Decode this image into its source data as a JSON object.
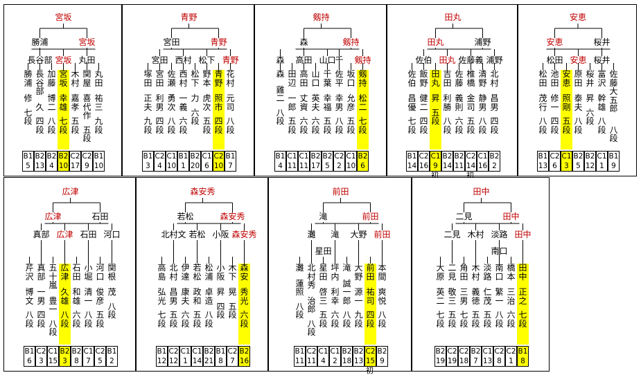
{
  "blocks": [
    {
      "champion": "宮坂",
      "semis": [
        "勝浦",
        "宮坂"
      ],
      "quarters": [
        "長谷部",
        "宮坂",
        "丸田"
      ],
      "players": [
        {
          "name": "勝浦",
          "given": "修",
          "dan": "七段",
          "cls": "B1",
          "seed": "5"
        },
        {
          "name": "長谷部",
          "given": "久",
          "dan": "四段",
          "cls": "B2",
          "seed": "13"
        },
        {
          "name": "加藤",
          "given": "博二",
          "dan": "八段",
          "cls": "B2",
          "seed": "4"
        },
        {
          "name": "宮坂",
          "given": "幸雄",
          "dan": "七段",
          "cls": "B2",
          "seed": "10",
          "hl": true
        },
        {
          "name": "木村",
          "given": "嘉孝",
          "dan": "五段",
          "cls": "C2",
          "seed": "17"
        },
        {
          "name": "関屋",
          "given": "喜代作",
          "dan": "五段",
          "cls": "C2",
          "seed": "9"
        },
        {
          "name": "丸田",
          "given": "祐三",
          "dan": "九段",
          "cls": "B1",
          "seed": "10"
        }
      ],
      "notes": []
    },
    {
      "champion": "青野",
      "semis": [
        "宮田",
        "青野"
      ],
      "quarters": [
        "宮田",
        "西村",
        "松下",
        "青野"
      ],
      "players": [
        {
          "name": "塚田",
          "given": "正夫",
          "dan": "九段",
          "cls": "B1",
          "seed": "3"
        },
        {
          "name": "宮田",
          "given": "利男",
          "dan": "四段",
          "cls": "C2",
          "seed": "4"
        },
        {
          "name": "佐瀬",
          "given": "勇次",
          "dan": "八段",
          "cls": "C1",
          "seed": "10"
        },
        {
          "name": "西村",
          "given": "一義",
          "dan": "六段",
          "cls": "B1",
          "seed": "1"
        },
        {
          "name": "松下",
          "given": "力",
          "dan": "六段",
          "cls": "B2",
          "seed": "20"
        },
        {
          "name": "野本",
          "given": "虎次",
          "dan": "五段",
          "cls": "C1",
          "seed": "6"
        },
        {
          "name": "青野",
          "given": "照市",
          "dan": "四段",
          "cls": "C2",
          "seed": "10",
          "hl": true
        },
        {
          "name": "花村",
          "given": "元司",
          "dan": "八段",
          "cls": "B1",
          "seed": "7"
        }
      ],
      "notes": []
    },
    {
      "champion": "剱持",
      "semis": [
        "森",
        "剱持"
      ],
      "quarters": [
        "森",
        "高田",
        "山口",
        "千",
        "剱持"
      ],
      "players": [
        {
          "name": "森",
          "given": "雞二",
          "dan": "八段",
          "cls": "B1",
          "seed": "4"
        },
        {
          "name": "田辺",
          "given": "一郎",
          "dan": "五段",
          "cls": "C1",
          "seed": "11"
        },
        {
          "name": "高田",
          "given": "丈資",
          "dan": "六段",
          "cls": "C1",
          "seed": "11"
        },
        {
          "name": "山口",
          "given": "英夫",
          "dan": "六段",
          "cls": "B2",
          "seed": "17"
        },
        {
          "name": "千葉",
          "given": "幸福",
          "dan": "五段",
          "cls": "B2",
          "seed": "5"
        },
        {
          "name": "佐平",
          "given": "幸男",
          "dan": "八段",
          "cls": "C2",
          "seed": "2"
        },
        {
          "name": "坂口",
          "given": "允彦",
          "dan": "五段",
          "cls": "C1",
          "seed": "10"
        },
        {
          "name": "剱持",
          "given": "松二",
          "dan": "七段",
          "cls": "B2",
          "seed": "6",
          "hl": true
        }
      ],
      "notes": []
    },
    {
      "champion": "田丸",
      "semis": [
        "田丸",
        "浦野"
      ],
      "quarters": [
        "佐伯",
        "田丸",
        "佐藤義",
        "浦野"
      ],
      "players": [
        {
          "name": "佐伯",
          "given": "昌優",
          "dan": "七段",
          "cls": "B1",
          "seed": "14"
        },
        {
          "name": "飯野",
          "given": "健二",
          "dan": "四段",
          "cls": "C2",
          "seed": "16"
        },
        {
          "name": "田丸",
          "given": "昇",
          "dan": "五段",
          "cls": "C1",
          "seed": "9",
          "hl": true
        },
        {
          "name": "吉田",
          "given": "利勝",
          "dan": "八段",
          "cls": "B2",
          "seed": "14"
        },
        {
          "name": "佐藤",
          "given": "義則",
          "dan": "六段",
          "cls": "B2",
          "seed": "11"
        },
        {
          "name": "椎橋",
          "given": "金司",
          "dan": "五段",
          "cls": "C2",
          "seed": "14"
        },
        {
          "name": "清野",
          "given": "静男",
          "dan": "八段",
          "cls": "C1",
          "seed": "16"
        },
        {
          "name": "北村",
          "given": "昌男",
          "dan": "四段",
          "cls": "B2",
          "seed": "2"
        }
      ],
      "notes": [
        {
          "text": "初",
          "at": 2
        },
        {
          "text": "初",
          "at": 5
        }
      ]
    },
    {
      "champion": "安恵",
      "semis": [
        "安恵",
        "桜井"
      ],
      "quarters": [
        "松田",
        "安恵",
        "桜井"
      ],
      "players": [
        {
          "name": "松田",
          "given": "茂行",
          "dan": "八段",
          "cls": "B1",
          "seed": "13"
        },
        {
          "name": "池田",
          "given": "修一",
          "dan": "四段",
          "cls": "C2",
          "seed": "6"
        },
        {
          "name": "安恵",
          "given": "照剛",
          "dan": "五段",
          "cls": "C1",
          "seed": "3",
          "hl": true
        },
        {
          "name": "原田",
          "given": "泰夫",
          "dan": "八段",
          "cls": "B2",
          "seed": "5"
        },
        {
          "name": "桜井",
          "given": "昇",
          "dan": "六段",
          "cls": "B2",
          "seed": "12"
        },
        {
          "name": "富沢",
          "given": "幹雄",
          "dan": "八段",
          "cls": "C1",
          "seed": "1"
        },
        {
          "name": "佐藤大五郎",
          "given": "",
          "dan": "八段",
          "cls": "B1",
          "seed": "9"
        }
      ],
      "notes": []
    },
    {
      "champion": "広津",
      "semis": [
        "広津",
        "石田"
      ],
      "quarters": [
        "真部",
        "広津",
        "石田",
        "河口"
      ],
      "players": [
        {
          "name": "芹沢",
          "given": "博文",
          "dan": "八段",
          "cls": "B1",
          "seed": "6"
        },
        {
          "name": "真部",
          "given": "一男",
          "dan": "四段",
          "cls": "C2",
          "seed": "3"
        },
        {
          "name": "五十嵐",
          "given": "豊一",
          "dan": "八段",
          "cls": "C1",
          "seed": "15"
        },
        {
          "name": "広津",
          "given": "久雄",
          "dan": "八段",
          "cls": "B2",
          "seed": "3",
          "hl": true
        },
        {
          "name": "石田",
          "given": "和雄",
          "dan": "六段",
          "cls": "B2",
          "seed": "8"
        },
        {
          "name": "小堀",
          "given": "清一",
          "dan": "八段",
          "cls": "C1",
          "seed": "7"
        },
        {
          "name": "河口",
          "given": "俊彦",
          "dan": "五段",
          "cls": "C2",
          "seed": "5"
        },
        {
          "name": "関根",
          "given": "茂",
          "dan": "八段",
          "cls": "B1",
          "seed": "2"
        }
      ],
      "notes": []
    },
    {
      "champion": "森安秀",
      "semis": [
        "若松",
        "森安秀"
      ],
      "quarters": [
        "北村文",
        "若松",
        "小阪",
        "森安秀"
      ],
      "players": [
        {
          "name": "高島",
          "given": "弘光",
          "dan": "七段",
          "cls": "B1",
          "seed": "12"
        },
        {
          "name": "北村",
          "given": "昌男",
          "dan": "五段",
          "cls": "C2",
          "seed": "12"
        },
        {
          "name": "伊達",
          "given": "康夫",
          "dan": "六段",
          "cls": "C1",
          "seed": "1"
        },
        {
          "name": "若松",
          "given": "政和",
          "dan": "五段",
          "cls": "C1",
          "seed": "14"
        },
        {
          "name": "松浦",
          "given": "卓造",
          "dan": "八段",
          "cls": "B2",
          "seed": "21"
        },
        {
          "name": "小阪",
          "given": "昇",
          "dan": "四段",
          "cls": "B1",
          "seed": "8"
        },
        {
          "name": "木下",
          "given": "晃",
          "dan": "五段",
          "cls": "C2",
          "seed": "7"
        },
        {
          "name": "森安",
          "given": "秀光",
          "dan": "六段",
          "cls": "B2",
          "seed": "16",
          "hl": true
        }
      ],
      "notes": []
    },
    {
      "champion": "前田",
      "semis": [
        "滝",
        "前田"
      ],
      "quarters": [
        "灘",
        "滝",
        "大野",
        "前田"
      ],
      "r16": [
        "星田"
      ],
      "players": [
        {
          "name": "灘",
          "given": "蓮照",
          "dan": "八段",
          "cls": "B1",
          "seed": "11"
        },
        {
          "name": "北村秀",
          "given": "治郎",
          "dan": "八段",
          "cls": "C2",
          "seed": "11"
        },
        {
          "name": "星田",
          "given": "啓三",
          "dan": "五段",
          "cls": "C1",
          "seed": "4"
        },
        {
          "name": "坪内",
          "given": "利幸",
          "dan": "六段",
          "cls": "C1",
          "seed": "2"
        },
        {
          "name": "滝",
          "given": "誠一郎",
          "dan": "八段",
          "cls": "B2",
          "seed": "18"
        },
        {
          "name": "大野",
          "given": "源一",
          "dan": "九段",
          "cls": "B2",
          "seed": "13"
        },
        {
          "name": "前田",
          "given": "祐司",
          "dan": "四段",
          "cls": "C2",
          "seed": "15",
          "hl": true
        },
        {
          "name": "本間",
          "given": "爽悦",
          "dan": "八段",
          "cls": "B2",
          "seed": "9"
        }
      ],
      "notes": [
        {
          "text": "初",
          "at": 6
        }
      ]
    },
    {
      "champion": "田中",
      "semis": [
        "二見",
        "田中"
      ],
      "quarters": [
        "二見",
        "木村",
        "淡路",
        "田中"
      ],
      "r16": [
        "南口"
      ],
      "players": [
        {
          "name": "大原",
          "given": "英二",
          "dan": "七段",
          "cls": "B2",
          "seed": "19"
        },
        {
          "name": "二見",
          "given": "敬三",
          "dan": "五段",
          "cls": "C2",
          "seed": "19"
        },
        {
          "name": "角田",
          "given": "三男",
          "dan": "七段",
          "cls": "C2",
          "seed": "18"
        },
        {
          "name": "木村",
          "given": "義徳",
          "dan": "五段",
          "cls": "B2",
          "seed": "7"
        },
        {
          "name": "淡路",
          "given": "仁茂",
          "dan": "五段",
          "cls": "C1",
          "seed": "13"
        },
        {
          "name": "南口",
          "given": "繁一",
          "dan": "八段",
          "cls": "C2",
          "seed": "8"
        },
        {
          "name": "橋本",
          "given": "三治",
          "dan": "六段",
          "cls": "C2",
          "seed": "1"
        },
        {
          "name": "田中",
          "given": "正之",
          "dan": "七段",
          "cls": "B1",
          "seed": "8",
          "hl": true
        }
      ],
      "notes": []
    }
  ]
}
